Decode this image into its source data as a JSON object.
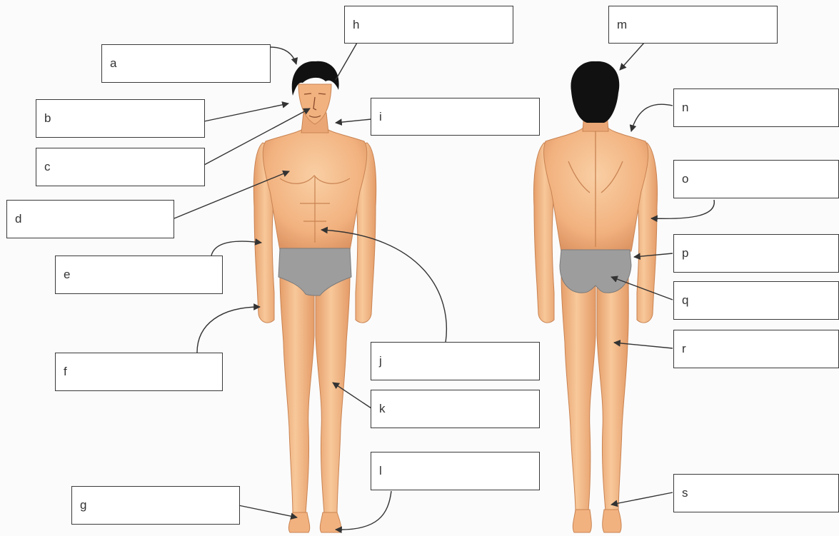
{
  "labels": [
    {
      "id": "a",
      "letter": "a",
      "answer": ""
    },
    {
      "id": "b",
      "letter": "b",
      "answer": ""
    },
    {
      "id": "c",
      "letter": "c",
      "answer": ""
    },
    {
      "id": "d",
      "letter": "d",
      "answer": ""
    },
    {
      "id": "e",
      "letter": "e",
      "answer": ""
    },
    {
      "id": "f",
      "letter": "f",
      "answer": ""
    },
    {
      "id": "g",
      "letter": "g",
      "answer": ""
    },
    {
      "id": "h",
      "letter": "h",
      "answer": ""
    },
    {
      "id": "i",
      "letter": "i",
      "answer": ""
    },
    {
      "id": "j",
      "letter": "j",
      "answer": ""
    },
    {
      "id": "k",
      "letter": "k",
      "answer": ""
    },
    {
      "id": "l",
      "letter": "l",
      "answer": ""
    },
    {
      "id": "m",
      "letter": "m",
      "answer": ""
    },
    {
      "id": "n",
      "letter": "n",
      "answer": ""
    },
    {
      "id": "o",
      "letter": "o",
      "answer": ""
    },
    {
      "id": "p",
      "letter": "p",
      "answer": ""
    },
    {
      "id": "q",
      "letter": "q",
      "answer": ""
    },
    {
      "id": "r",
      "letter": "r",
      "answer": ""
    },
    {
      "id": "s",
      "letter": "s",
      "answer": ""
    }
  ],
  "colors": {
    "skin": "#f2b27f",
    "skin_light": "#f9cfa4",
    "skin_shadow": "#d98e5a",
    "hair": "#111111",
    "underwear": "#9d9d9d",
    "underwear_dark": "#808080",
    "label_border": "#3a3a3a",
    "arrow": "#333333"
  }
}
